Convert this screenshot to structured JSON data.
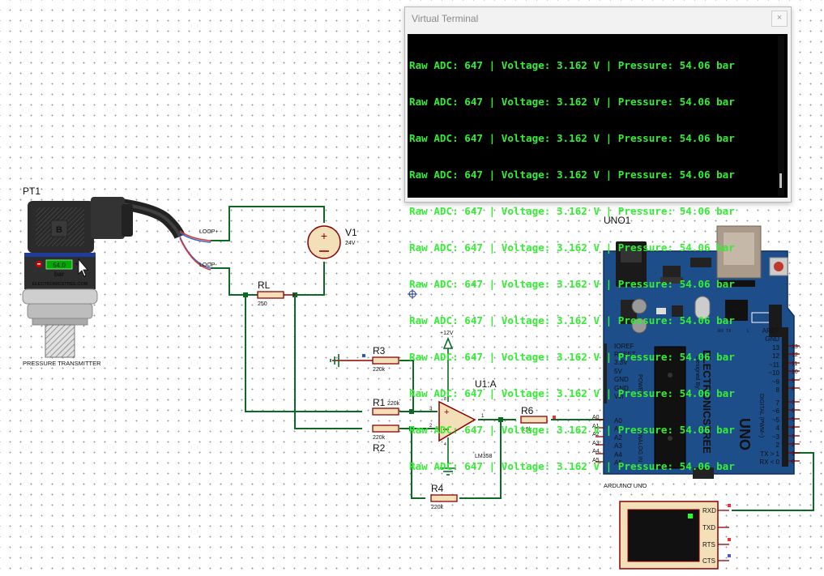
{
  "terminal": {
    "title": "Virtual Terminal",
    "close_glyph": "×",
    "lines": [
      "Raw ADC: 647 | Voltage: 3.162 V | Pressure: 54.06 bar",
      "Raw ADC: 647 | Voltage: 3.162 V | Pressure: 54.06 bar",
      "Raw ADC: 647 | Voltage: 3.162 V | Pressure: 54.06 bar",
      "Raw ADC: 647 | Voltage: 3.162 V | Pressure: 54.06 bar",
      "Raw ADC: 647 | Voltage: 3.162 V | Pressure: 54.06 bar",
      "Raw ADC: 647 | Voltage: 3.162 V | Pressure: 54.06 bar",
      "Raw ADC: 647 | Voltage: 3.162 V | Pressure: 54.06 bar",
      "Raw ADC: 647 | Voltage: 3.162 V | Pressure: 54.06 bar",
      "Raw ADC: 647 | Voltage: 3.162 V | Pressure: 54.06 bar",
      "Raw ADC: 647 | Voltage: 3.162 V | Pressure: 54.06 bar",
      "Raw ADC: 647 | Voltage: 3.162 V | Pressure: 54.06 bar",
      "Raw ADC: 647 | Voltage: 3.162 V | Pressure: 54.06 bar"
    ]
  },
  "sensor": {
    "ref": "PT1",
    "display_value": "54.0",
    "unit": "bar",
    "brand": "ELECTRONICSTREE.COM",
    "connector_letter": "B",
    "name": "PRESSURE TRANSMITTER",
    "loop_plus": "LOOP+",
    "loop_minus": "LOOP-"
  },
  "v1": {
    "ref": "V1",
    "value": "24V"
  },
  "rl": {
    "ref": "RL",
    "value": "250"
  },
  "r1": {
    "ref": "R1",
    "value": "220k"
  },
  "r2": {
    "ref": "R2",
    "value": "220k"
  },
  "r3": {
    "ref": "R3",
    "value": "220k"
  },
  "r4": {
    "ref": "R4",
    "value": "220k"
  },
  "r6": {
    "ref": "R6",
    "value": "3.9k"
  },
  "opamp": {
    "ref": "U1:A",
    "part": "LM358",
    "supply": "+12V",
    "pin_plus": "3",
    "pin_minus": "2",
    "pin_out": "1",
    "pin_v": "8",
    "pin_g": "4"
  },
  "arduino": {
    "ref": "UNO1",
    "part": "ARDUINO UNO",
    "logo": "UNO",
    "designed_by": "Designed By:",
    "brand": "ELECTRONICSTREE",
    "chip": "ATMEL",
    "chip_small": "ATMEL",
    "power_header": [
      "IOREF",
      "RESET",
      "3.3V",
      "5V",
      "GND",
      "GND",
      "Vin"
    ],
    "power_label": "POWER",
    "analog_pins": [
      "A0",
      "A1",
      "A2",
      "A3",
      "A4",
      "A5"
    ],
    "analog_outer": [
      "A0",
      "A1",
      "A2",
      "A3",
      "A4",
      "A5"
    ],
    "analog_label": "ANALOG IN",
    "digital_top": [
      "AREF",
      "GND",
      "13",
      "12",
      "~11",
      "~10",
      "~9",
      "8"
    ],
    "digital_bottom": [
      "7",
      "~6",
      "~5",
      "4",
      "~3",
      "2",
      "TX > 1",
      "RX < 0"
    ],
    "digital_outer": [
      "13",
      "12",
      "11",
      "10",
      "9",
      "8",
      "7",
      "6",
      "5",
      "4",
      "3",
      "2",
      "1",
      "0"
    ],
    "digital_label": "DIGITAL (PWM~)",
    "led_labels": [
      "RX",
      "TX",
      "L"
    ]
  },
  "vterm": {
    "pins": [
      "RXD",
      "TXD",
      "RTS",
      "CTS"
    ]
  },
  "colors": {
    "wire": "#0b6b23",
    "component": "#8b0000",
    "resistor_fill": "#f4e0b8",
    "terminal_text": "#33ee33",
    "board": "#1d4e8a"
  }
}
